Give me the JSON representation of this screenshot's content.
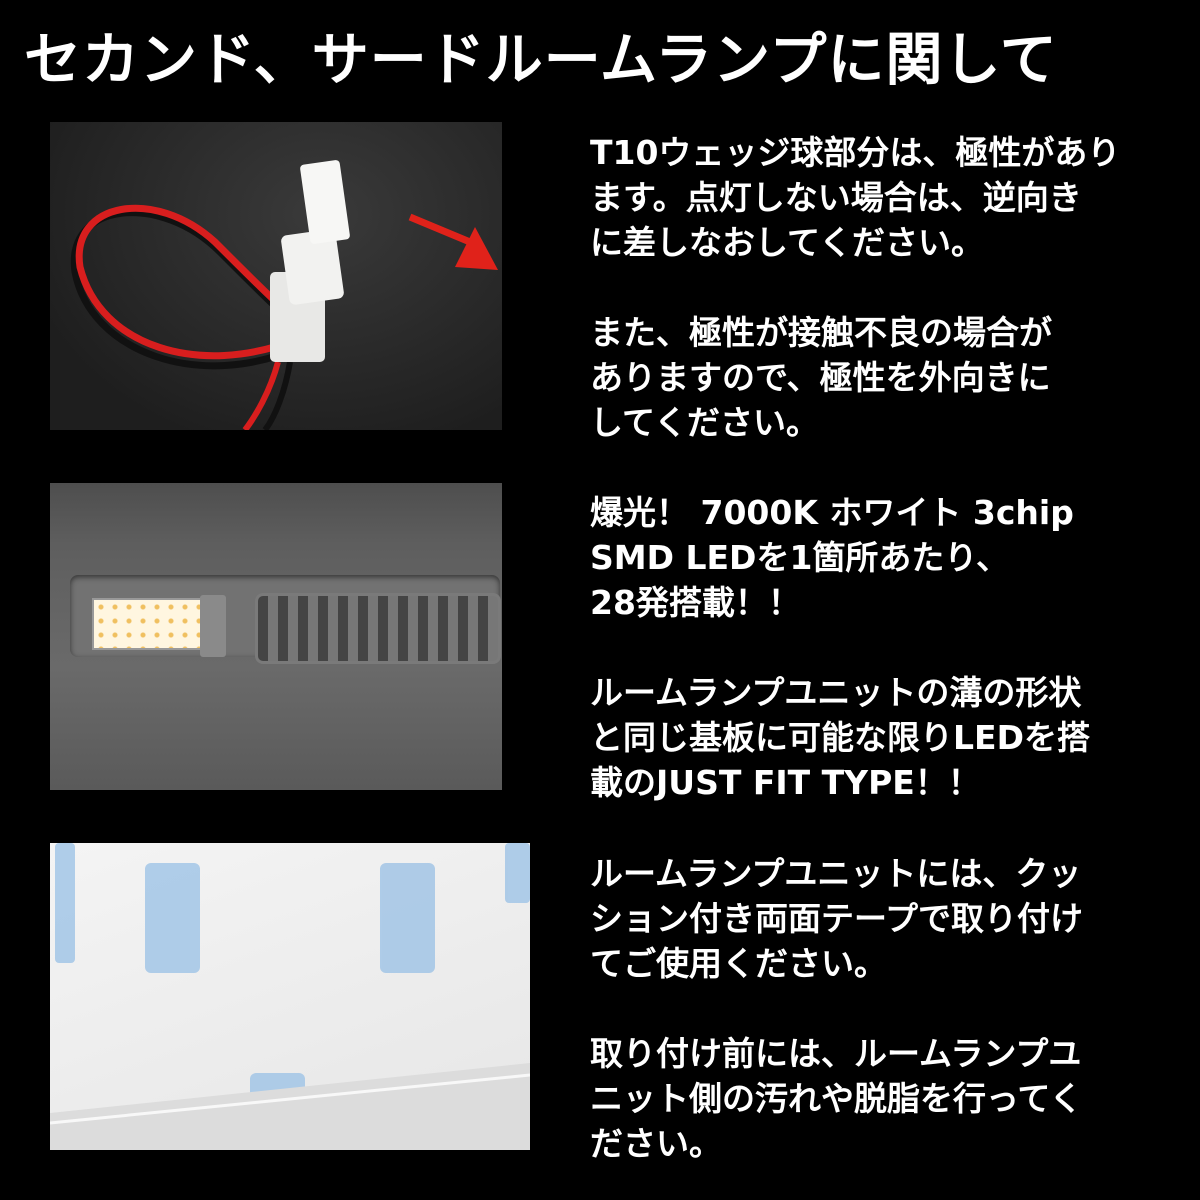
{
  "title": "セカンド、サードルームランプに関して",
  "sections": [
    {
      "photo": "t10-wedge-bulb-wiring-photo",
      "paragraphs": [
        [
          "T10ウェッジ球部分は、極性があり",
          "ます。点灯しない場合は、逆向き",
          "に差しなおしてください。"
        ],
        [
          "また、極性が接触不良の場合が",
          "ありますので、極性を外向きに",
          "してください。"
        ]
      ]
    },
    {
      "photo": "room-lamp-installed-photo",
      "paragraphs": [
        [
          "爆光！ 7000K ホワイト 3chip",
          "SMD LEDを1箇所あたり、",
          "28発搭載！！"
        ],
        [
          "ルームランプユニットの溝の形状",
          "と同じ基板に可能な限りLEDを搭",
          "載のJUST FIT TYPE！！"
        ]
      ]
    },
    {
      "photo": "double-sided-tape-photo",
      "paragraphs": [
        [
          "ルームランプユニットには、クッ",
          "ション付き両面テープで取り付け",
          "てご使用ください。"
        ],
        [
          "取り付け前には、ルームランプユ",
          "ニット側の汚れや脱脂を行ってく",
          "ださい。"
        ]
      ]
    }
  ],
  "colors": {
    "background": "#000000",
    "text": "#ffffff",
    "wire": "#d81e1e",
    "arrow": "#e0221a"
  }
}
